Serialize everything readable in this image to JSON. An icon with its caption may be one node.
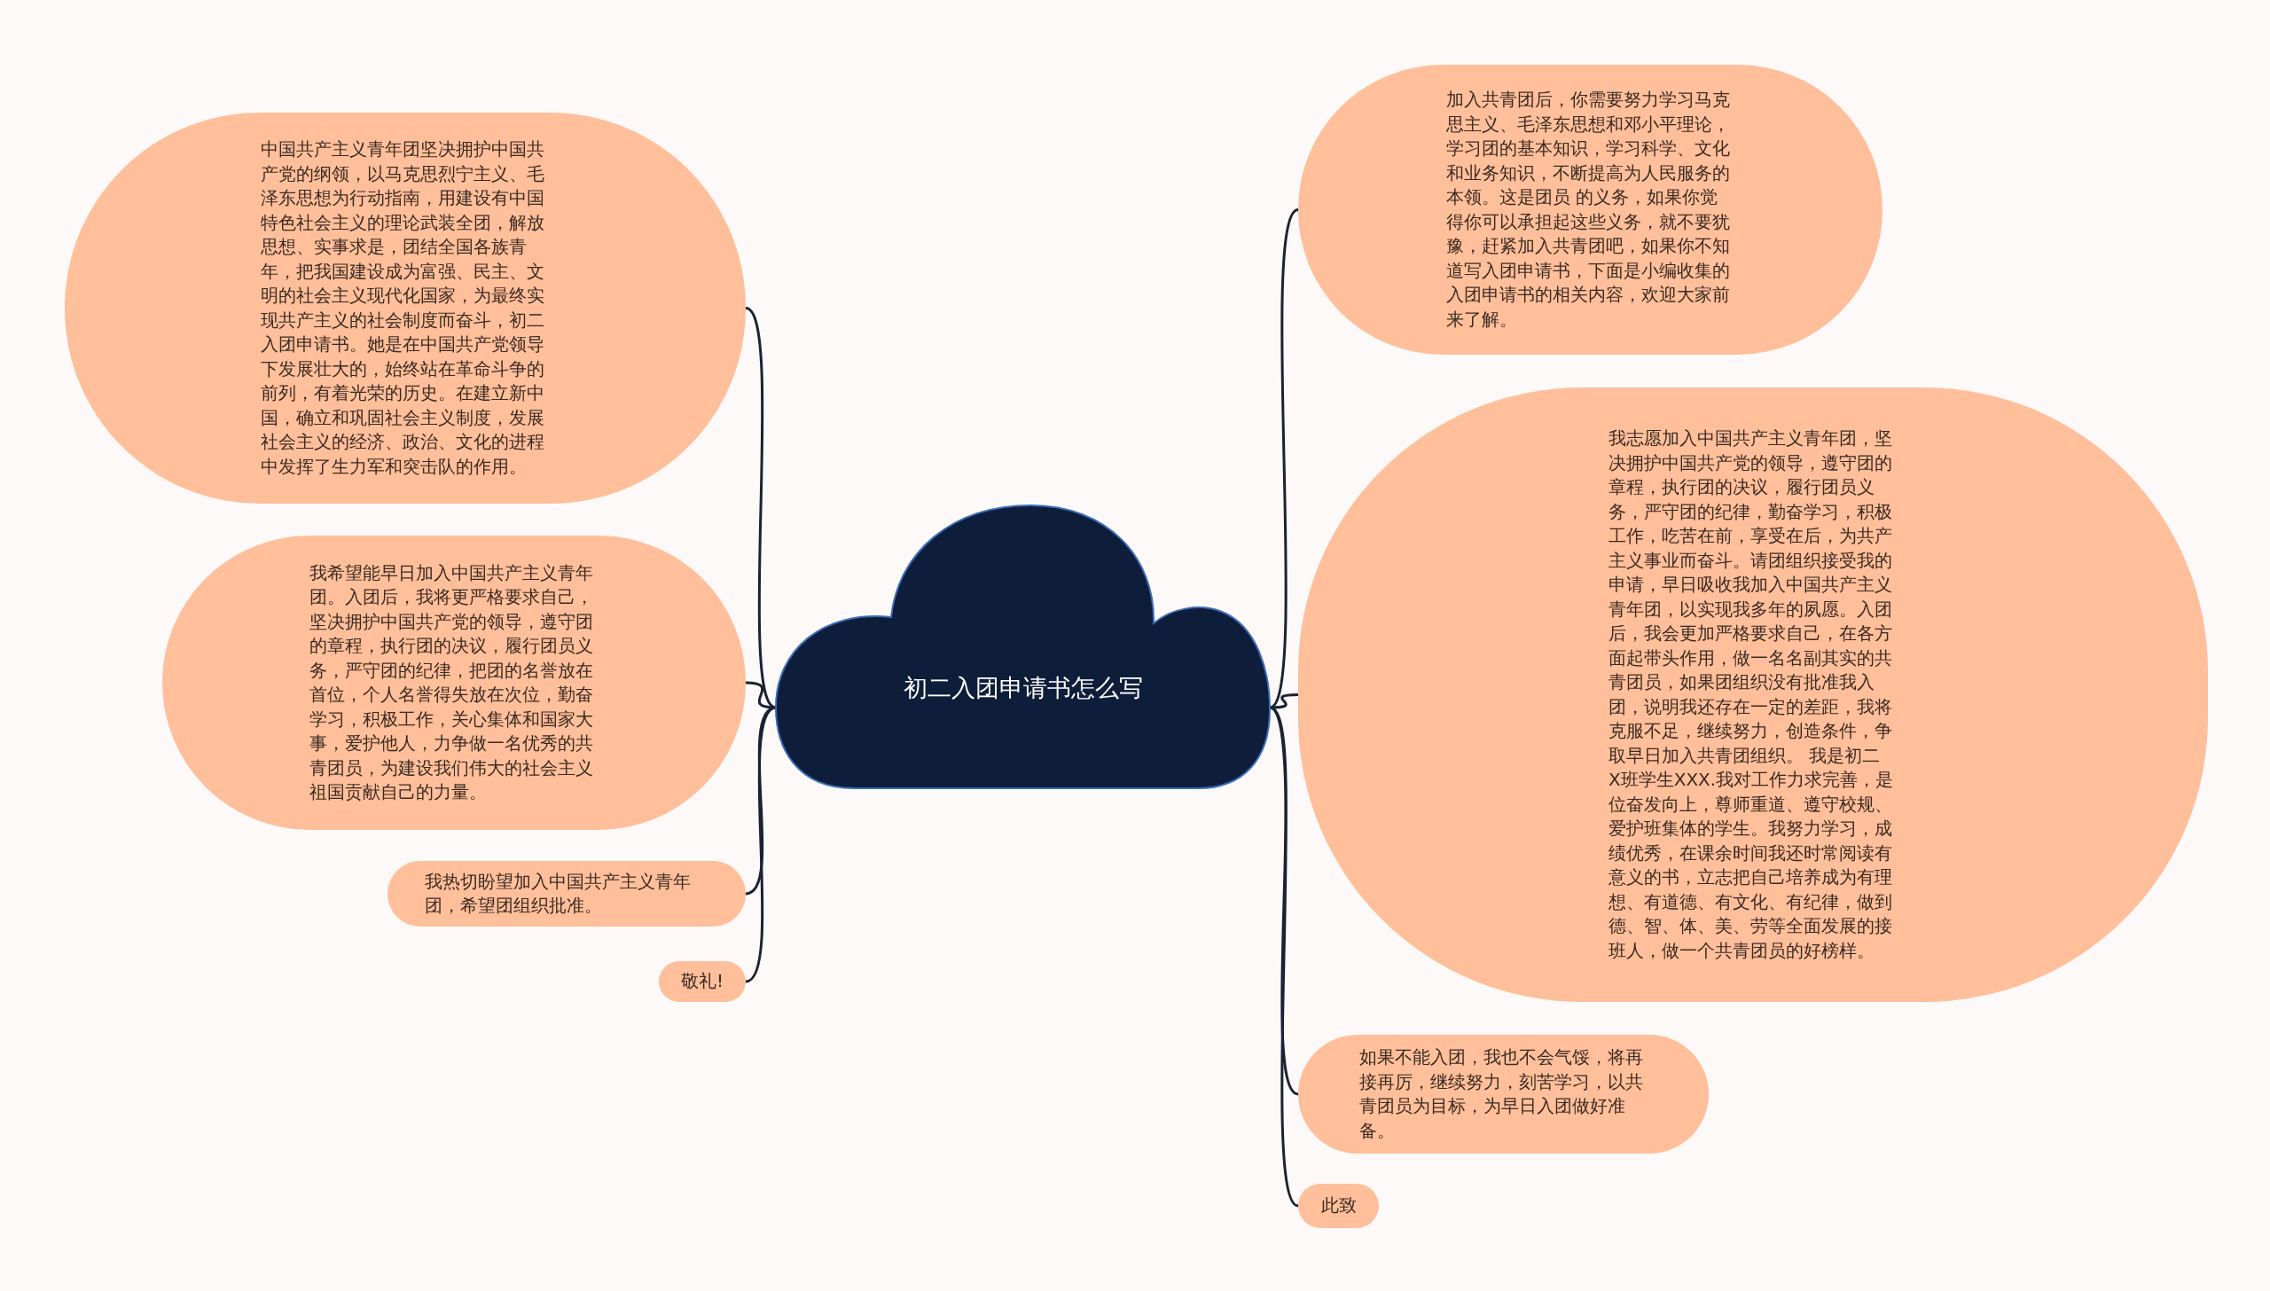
{
  "diagram": {
    "nodes": [
      {
        "text": [
          "初二入团申请书怎么写"
        ]
      },
      {
        "text": [
          "中国共产主义青年团坚决拥护中国共产党的纲领，以马克思烈宁主义、毛泽东思想为行动指南，用建设有中国特色社会主义的理论武装全团，解放思想、实事求是，团结全国各族青年，把我国建设成为富强、民主、文明的社会主义现代化国家，为最终实现共产主义的社会制度而奋斗，初二入团申请书。她是在中国共产党领导下发展壮大的，始终站在革命斗争的前列，有着光荣的历史。在建立新中国，确立和巩固社会主义制度，发展社会主义的经济、政治、文化的进程中发挥了生力军和突击队的作用。"
        ]
      },
      {
        "text": [
          "我希望能早日加入中国共产主义青年团。入团后，我将更严格要求自己，坚决拥护中国共产党的领导，遵守团的章程，执行团的决议，履行团员义务，严守团的纪律，把团的名誉放在首位，个人名誉得失放在次位，勤奋学习，积极工作，关心集体和国家大事，爱护他人，力争做一名优秀的共青团员，为建设我们伟大的社会主义祖国贡献自己的力量。"
        ]
      },
      {
        "text": [
          "我热切盼望加入中国共产主义青年团，希望团组织批准。"
        ]
      },
      {
        "text": [
          "敬礼!"
        ]
      },
      {
        "text": [
          "加入共青团后，你需要努力学习马克思主义、毛泽东思想和邓小平理论，学习团的基本知识，学习科学、文化和业务知识，不断提高为人民服务的本领。这是团员 的义务，如果你觉得你可以承担起这些义务，就不要犹豫，赶紧加入共青团吧，如果你不知道写入团申请书，下面是小编收集的入团申请书的相关内容，欢迎大家前来了解。"
        ]
      },
      {
        "text": [
          "我志愿加入中国共产主义青年团，坚决拥护中国共产党的领导，遵守团的章程，执行团的决议，履行团员义务，严守团的纪律，勤奋学习，积极工作，吃苦在前，享受在后，为共产主义事业而奋斗。请团组织接受我的申请，早日吸收我加入中国共产主义青年团，以实现我多年的夙愿。入团后，我会更加严格要求自己，在各方面起带头作用，做一名名副其实的共青团员，如果团组织没有批准我入团，说明我还存在一定的差距，我将克服不足，继续努力，创造条件，争取早日加入共青团组织。 我是初二 X班学生XXX.我对工作力求完善，是位奋发向上，尊师重道、遵守校规、爱护班集体的学生。我努力学习，成绩优秀，在课余时间我还时常阅读有意义的书，立志把自己培养成为有理想、有道德、有文化、有纪律，做到德、智、体、美、劳等全面发展的接班人，做一个共青团员的好榜样。"
        ]
      },
      {
        "text": [
          "如果不能入团，我也不会气馁，将再接再厉，继续努力，刻苦学习，以共青团员为目标，为早日入团做好准备。"
        ]
      },
      {
        "text": [
          "此致"
        ]
      }
    ],
    "edges": [
      {
        "from": 0,
        "to": 1,
        "arrow": "none"
      },
      {
        "from": 0,
        "to": 2,
        "arrow": "none"
      },
      {
        "from": 0,
        "to": 3,
        "arrow": "none"
      },
      {
        "from": 0,
        "to": 4,
        "arrow": "none"
      },
      {
        "from": 0,
        "to": 5,
        "arrow": "none"
      },
      {
        "from": 0,
        "to": 6,
        "arrow": "none"
      },
      {
        "from": 0,
        "to": 7,
        "arrow": "none"
      },
      {
        "from": 0,
        "to": 8,
        "arrow": "none"
      }
    ]
  }
}
